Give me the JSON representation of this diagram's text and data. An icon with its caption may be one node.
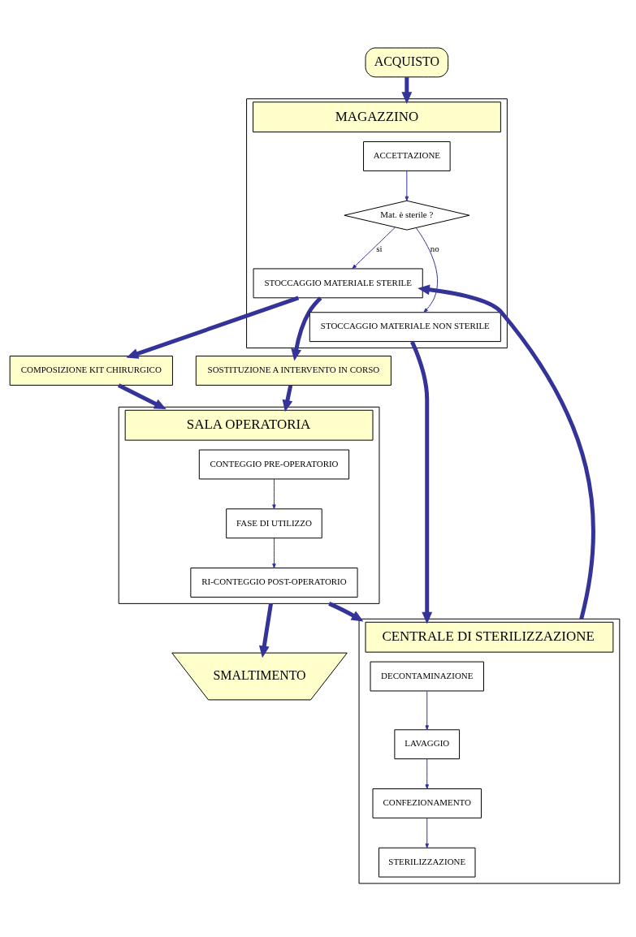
{
  "diagram": {
    "nodes": [
      {
        "text": [
          "ACQUISTO"
        ]
      },
      {
        "text": [
          "MAGAZZINO"
        ]
      },
      {
        "text": [
          "ACCETTAZIONE"
        ],
        "in": 1
      },
      {
        "text": [
          "Mat. è sterile ?"
        ],
        "in": 1
      },
      {
        "text": [
          "STOCCAGGIO MATERIALE STERILE"
        ],
        "in": 1
      },
      {
        "text": [
          "STOCCAGGIO MATERIALE NON STERILE"
        ],
        "in": 1
      },
      {
        "text": [
          "COMPOSIZIONE KIT CHIRURGICO"
        ]
      },
      {
        "text": [
          "SOSTITUZIONE A INTERVENTO IN CORSO"
        ]
      },
      {
        "text": [
          "SALA OPERATORIA"
        ]
      },
      {
        "text": [
          "CONTEGGIO PRE-OPERATORIO"
        ],
        "in": 8
      },
      {
        "text": [
          "FASE DI UTILIZZO"
        ],
        "in": 8
      },
      {
        "text": [
          "RI-CONTEGGIO POST-OPERATORIO"
        ],
        "in": 8
      },
      {
        "text": [
          "SMALTIMENTO"
        ]
      },
      {
        "text": [
          "CENTRALE DI STERILIZZAZIONE"
        ]
      },
      {
        "text": [
          "DECONTAMINAZIONE"
        ],
        "in": 13
      },
      {
        "text": [
          "LAVAGGIO"
        ],
        "in": 13
      },
      {
        "text": [
          "CONFEZIONAMENTO"
        ],
        "in": 13
      },
      {
        "text": [
          "STERILIZZAZIONE"
        ],
        "in": 13
      }
    ],
    "edges": [
      {
        "from": 0,
        "to": 1,
        "arrow": "to"
      },
      {
        "from": 2,
        "to": 3,
        "arrow": "to"
      },
      {
        "from": 3,
        "to": 4,
        "arrow": "to",
        "label": "si"
      },
      {
        "from": 3,
        "to": 5,
        "arrow": "to",
        "label": "no"
      },
      {
        "from": 4,
        "to": 6,
        "arrow": "to"
      },
      {
        "from": 4,
        "to": 7,
        "arrow": "to"
      },
      {
        "from": 6,
        "to": 8,
        "arrow": "to"
      },
      {
        "from": 7,
        "to": 8,
        "arrow": "to"
      },
      {
        "from": 9,
        "to": 10,
        "arrow": "to"
      },
      {
        "from": 10,
        "to": 11,
        "arrow": "to"
      },
      {
        "from": 8,
        "to": 12,
        "arrow": "to"
      },
      {
        "from": 8,
        "to": 13,
        "arrow": "to"
      },
      {
        "from": 5,
        "to": 13,
        "arrow": "to"
      },
      {
        "from": 14,
        "to": 15,
        "arrow": "to"
      },
      {
        "from": 15,
        "to": 16,
        "arrow": "to"
      },
      {
        "from": 16,
        "to": 17,
        "arrow": "to"
      },
      {
        "from": 13,
        "to": 4,
        "arrow": "to"
      }
    ]
  }
}
